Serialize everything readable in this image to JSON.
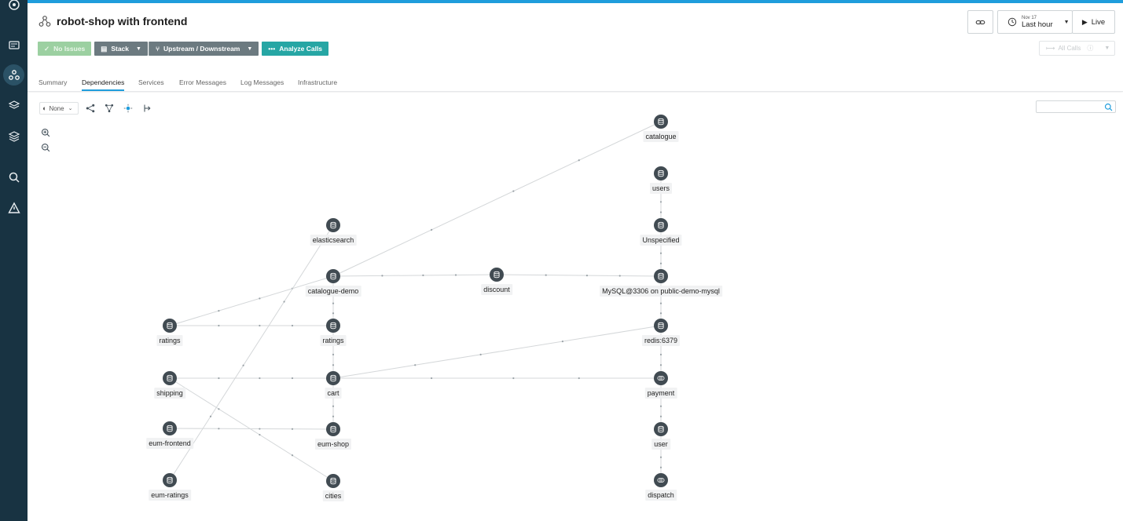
{
  "header": {
    "title": "robot-shop with frontend",
    "issues_label": "No Issues",
    "stack_label": "Stack",
    "updown_label": "Upstream / Downstream",
    "analyze_label": "Analyze Calls",
    "time_small": "Nov 17",
    "time_big": "Last hour",
    "live_label": "Live",
    "allcalls_label": "All Calls"
  },
  "tabs": [
    "Summary",
    "Dependencies",
    "Services",
    "Error Messages",
    "Log Messages",
    "Infrastructure"
  ],
  "active_tab": "Dependencies",
  "toolbar": {
    "grouping": "None"
  },
  "nodes": [
    {
      "id": "catalogue",
      "label": "catalogue",
      "icon": "database-icon"
    },
    {
      "id": "users",
      "label": "users",
      "icon": "database-icon"
    },
    {
      "id": "unspecified",
      "label": "Unspecified",
      "icon": "database-icon"
    },
    {
      "id": "elasticsearch",
      "label": "elasticsearch",
      "icon": "database-icon"
    },
    {
      "id": "catalogue-demo",
      "label": "catalogue-demo",
      "icon": "database-icon"
    },
    {
      "id": "discount",
      "label": "discount",
      "icon": "database-icon"
    },
    {
      "id": "mysql",
      "label": "MySQL@3306 on public-demo-mysql",
      "icon": "database-icon"
    },
    {
      "id": "ratings-left",
      "label": "ratings",
      "icon": "database-icon"
    },
    {
      "id": "ratings-mid",
      "label": "ratings",
      "icon": "database-icon"
    },
    {
      "id": "redis",
      "label": "redis:6379",
      "icon": "database-icon"
    },
    {
      "id": "shipping",
      "label": "shipping",
      "icon": "database-icon"
    },
    {
      "id": "cart",
      "label": "cart",
      "icon": "database-icon"
    },
    {
      "id": "payment",
      "label": "payment",
      "icon": "queue-icon"
    },
    {
      "id": "eum-frontend",
      "label": "eum-frontend",
      "icon": "database-icon"
    },
    {
      "id": "eum-shop",
      "label": "eum-shop",
      "icon": "database-icon"
    },
    {
      "id": "user",
      "label": "user",
      "icon": "database-icon"
    },
    {
      "id": "eum-ratings",
      "label": "eum-ratings",
      "icon": "database-icon"
    },
    {
      "id": "cities",
      "label": "cities",
      "icon": "database-icon"
    },
    {
      "id": "dispatch",
      "label": "dispatch",
      "icon": "queue-icon"
    }
  ],
  "edges": [
    [
      "catalogue-demo",
      "catalogue"
    ],
    [
      "users",
      "unspecified"
    ],
    [
      "unspecified",
      "mysql"
    ],
    [
      "catalogue-demo",
      "discount"
    ],
    [
      "discount",
      "mysql"
    ],
    [
      "mysql",
      "redis"
    ],
    [
      "redis",
      "cart"
    ],
    [
      "redis",
      "payment"
    ],
    [
      "catalogue-demo",
      "ratings-mid"
    ],
    [
      "ratings-left",
      "catalogue-demo"
    ],
    [
      "ratings-left",
      "ratings-mid"
    ],
    [
      "ratings-mid",
      "cart"
    ],
    [
      "shipping",
      "cart"
    ],
    [
      "cart",
      "payment"
    ],
    [
      "cart",
      "eum-shop"
    ],
    [
      "eum-frontend",
      "eum-shop"
    ],
    [
      "elasticsearch",
      "eum-ratings"
    ],
    [
      "shipping",
      "cities"
    ],
    [
      "payment",
      "user"
    ],
    [
      "user",
      "dispatch"
    ]
  ]
}
